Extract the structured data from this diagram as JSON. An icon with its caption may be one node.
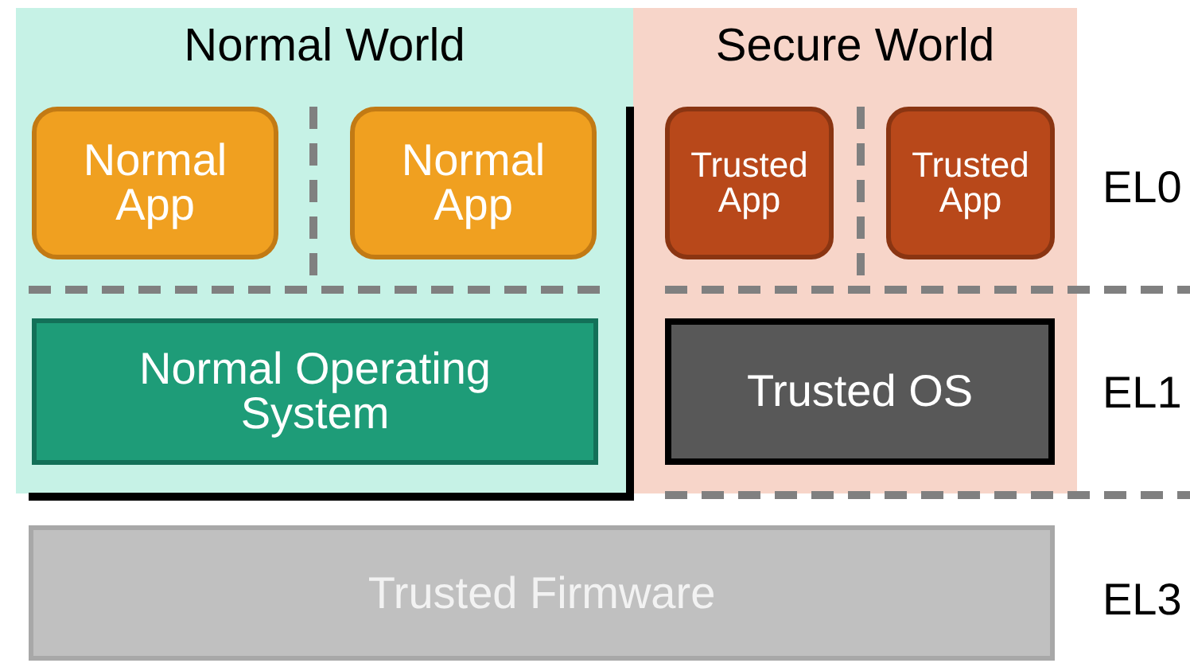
{
  "diagram": {
    "nodes": [
      {
        "text": [
          "Normal World"
        ]
      },
      {
        "text": [
          "Normal App"
        ],
        "in": 0
      },
      {
        "text": [
          "Normal App"
        ],
        "in": 0
      },
      {
        "text": [
          "Normal Operating System"
        ],
        "in": 0
      },
      {
        "text": [
          "Secure World"
        ]
      },
      {
        "text": [
          "Trusted App"
        ],
        "in": 4
      },
      {
        "text": [
          "Trusted App"
        ],
        "in": 4
      },
      {
        "text": [
          "Trusted OS"
        ],
        "in": 4
      },
      {
        "text": [
          "Trusted Firmware"
        ]
      }
    ],
    "edges": [],
    "labels": [
      "EL0",
      "EL1",
      "EL3"
    ]
  }
}
